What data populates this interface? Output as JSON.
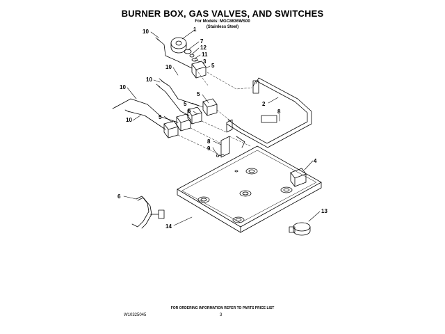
{
  "header": {
    "title": "BURNER BOX, GAS VALVES, AND SWITCHES",
    "models_line": "For Models: MGC8636WS00",
    "finish_line": "(Stainless Steel)"
  },
  "footer": {
    "ordering_note": "FOR ORDERING INFORMATION REFER TO PARTS PRICE LIST",
    "doc_id": "W10325045",
    "page_number": "3"
  },
  "callouts": [
    "10",
    "1",
    "7",
    "12",
    "11",
    "3",
    "5",
    "10",
    "10",
    "5",
    "10",
    "2",
    "8",
    "5",
    "5",
    "10",
    "5",
    "8",
    "9",
    "4",
    "6",
    "14",
    "13"
  ]
}
